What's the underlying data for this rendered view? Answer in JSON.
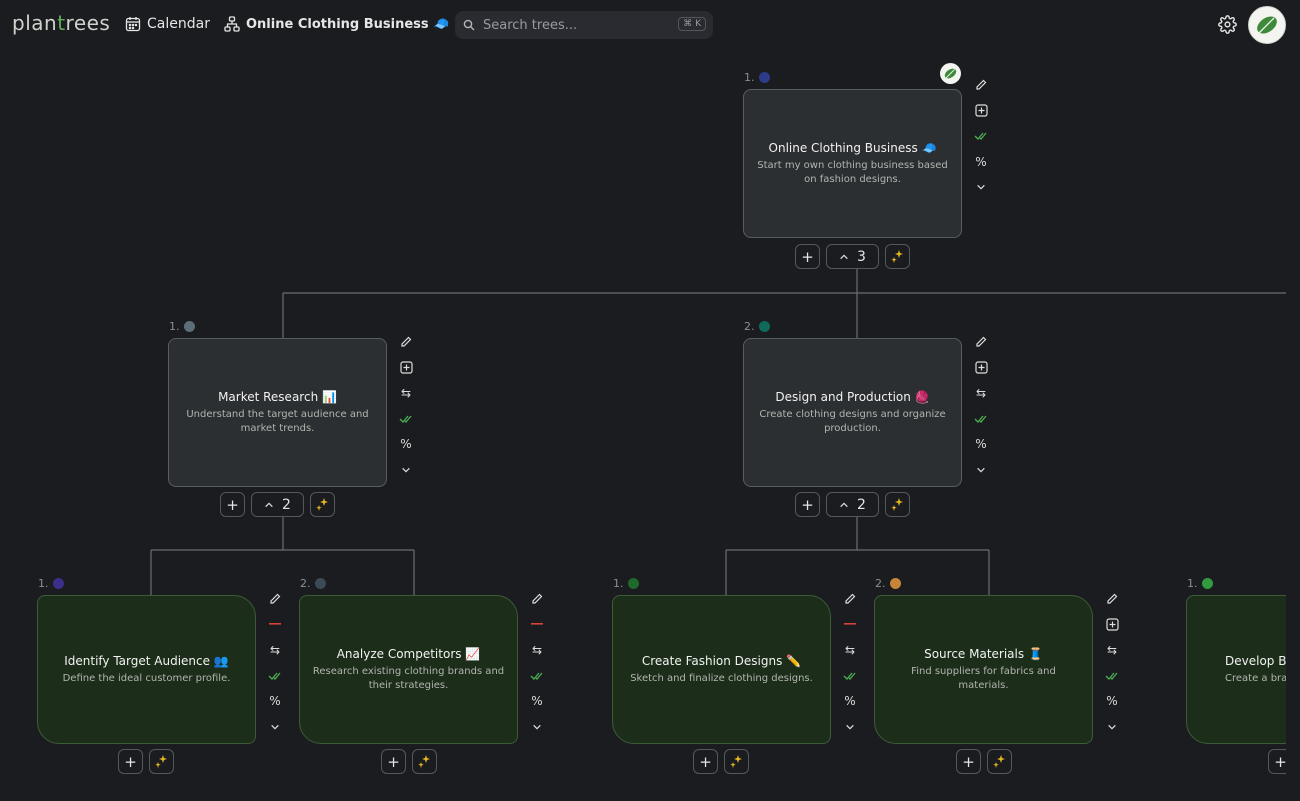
{
  "app": {
    "logo_prefix": "plan",
    "logo_accent": "t",
    "logo_suffix": "rees"
  },
  "nav": {
    "calendar": "Calendar",
    "tree_name": "Online Clothing Business 🧢"
  },
  "search": {
    "placeholder": "Search trees...",
    "shortcut": "⌘ K"
  },
  "colors": {
    "accent": "#5fae5a",
    "background": "#1b1c20",
    "node": "#2b2f31",
    "leaf_node": "#1c2e1a"
  },
  "nodes": [
    {
      "id": "root",
      "index": "1.",
      "dot": "#2e3b8a",
      "title": "Online Clothing Business 🧢",
      "desc": "Start my own clothing business based on fashion designs.",
      "children": "3"
    },
    {
      "id": "market",
      "index": "1.",
      "dot": "#5c6e7a",
      "title": "Market Research 📊",
      "desc": "Understand the target audience and market trends.",
      "children": "2"
    },
    {
      "id": "design",
      "index": "2.",
      "dot": "#0f6a5a",
      "title": "Design and Production 🧶",
      "desc": "Create clothing designs and organize production.",
      "children": "2"
    },
    {
      "id": "target",
      "index": "1.",
      "dot": "#3b2f8a",
      "title": "Identify Target Audience 👥",
      "desc": "Define the ideal customer profile."
    },
    {
      "id": "compet",
      "index": "2.",
      "dot": "#3c4a55",
      "title": "Analyze Competitors 📈",
      "desc": "Research existing clothing brands and their strategies."
    },
    {
      "id": "fashion",
      "index": "1.",
      "dot": "#1f6a2a",
      "title": "Create Fashion Designs ✏️",
      "desc": "Sketch and finalize clothing designs."
    },
    {
      "id": "source",
      "index": "2.",
      "dot": "#c8853a",
      "title": "Source Materials 🧵",
      "desc": "Find suppliers for fabrics and materials."
    },
    {
      "id": "brand",
      "index": "1.",
      "dot": "#2f9a3e",
      "title": "Develop Br",
      "desc": "Create a bra"
    }
  ]
}
